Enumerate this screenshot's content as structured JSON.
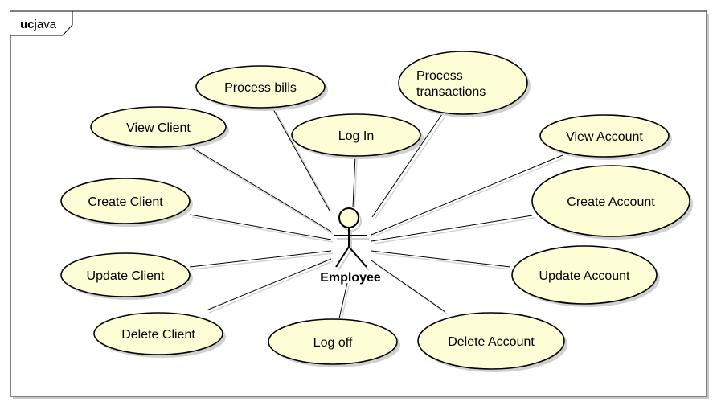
{
  "frame": {
    "keyword": "uc",
    "name": "java"
  },
  "actor": {
    "name": "Employee"
  },
  "use_cases": {
    "process_bills": "Process bills",
    "process_transactions": [
      "Process",
      "transactions"
    ],
    "view_client": "View Client",
    "log_in": "Log In",
    "view_account": "View Account",
    "create_client": "Create Client",
    "create_account": "Create Account",
    "update_client": "Update Client",
    "update_account": "Update Account",
    "delete_client": "Delete Client",
    "log_off": "Log off",
    "delete_account": "Delete Account"
  },
  "colors": {
    "use_case_fill": "#fdfdd6",
    "stroke": "#000000"
  }
}
